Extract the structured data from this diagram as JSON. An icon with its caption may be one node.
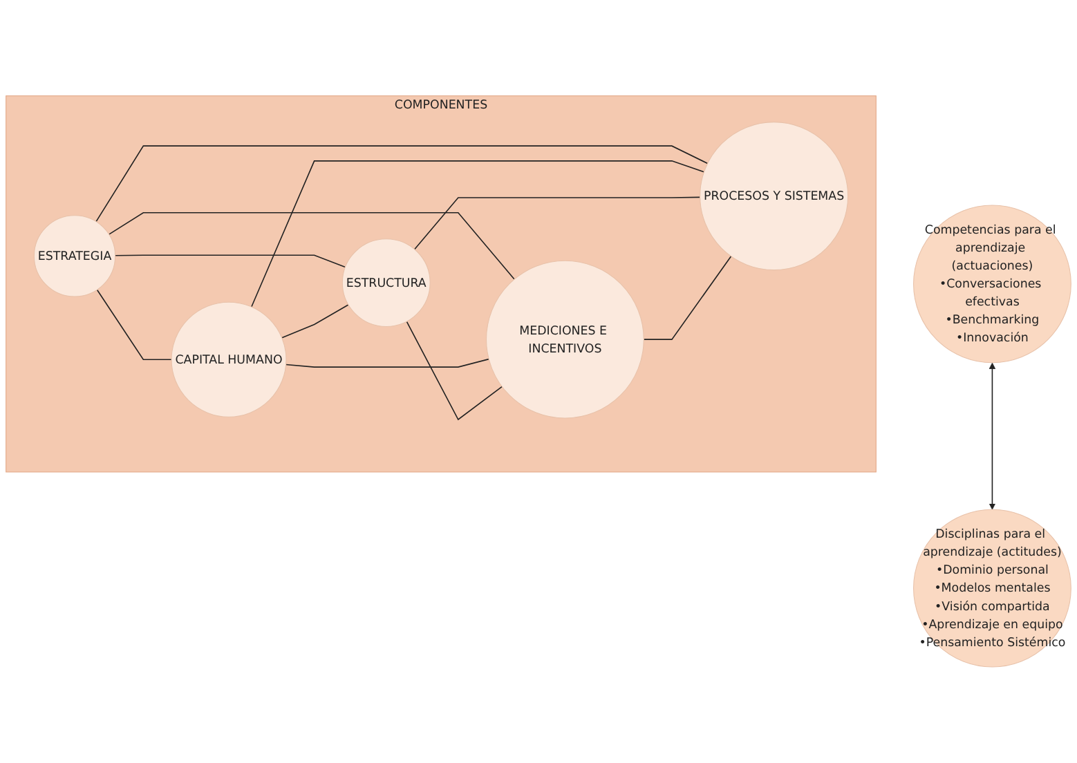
{
  "diagram": {
    "nodes": [
      {
        "text": [
          "COMPONENTES"
        ]
      },
      {
        "text": [
          "ESTRATEGIA"
        ],
        "in": 0
      },
      {
        "text": [
          "CAPITAL HUMANO"
        ],
        "in": 0
      },
      {
        "text": [
          "ESTRUCTURA"
        ],
        "in": 0
      },
      {
        "text": [
          "MEDICIONES E INCENTIVOS"
        ],
        "in": 0
      },
      {
        "text": [
          "PROCESOS Y SISTEMAS"
        ],
        "in": 0
      },
      {
        "text": [
          "Competencias para el aprendizaje (actuaciones)",
          "•Conversaciones efectivas",
          "•Benchmarking",
          "•Innovación"
        ]
      },
      {
        "text": [
          "Disciplinas para el aprendizaje (actitudes)",
          "•Dominio personal",
          "•Modelos mentales",
          "•Visión compartida",
          "•Aprendizaje en equipo",
          "•Pensamiento Sistémico"
        ]
      }
    ],
    "edges": [
      {
        "from": 1,
        "to": 2,
        "arrow": "none"
      },
      {
        "from": 1,
        "to": 3,
        "arrow": "none"
      },
      {
        "from": 1,
        "to": 4,
        "arrow": "none"
      },
      {
        "from": 1,
        "to": 5,
        "arrow": "none"
      },
      {
        "from": 2,
        "to": 3,
        "arrow": "none"
      },
      {
        "from": 2,
        "to": 4,
        "arrow": "none"
      },
      {
        "from": 2,
        "to": 5,
        "arrow": "none"
      },
      {
        "from": 3,
        "to": 4,
        "arrow": "none"
      },
      {
        "from": 3,
        "to": 5,
        "arrow": "none"
      },
      {
        "from": 4,
        "to": 5,
        "arrow": "none"
      },
      {
        "from": 6,
        "to": 7,
        "arrow": "both"
      }
    ]
  }
}
